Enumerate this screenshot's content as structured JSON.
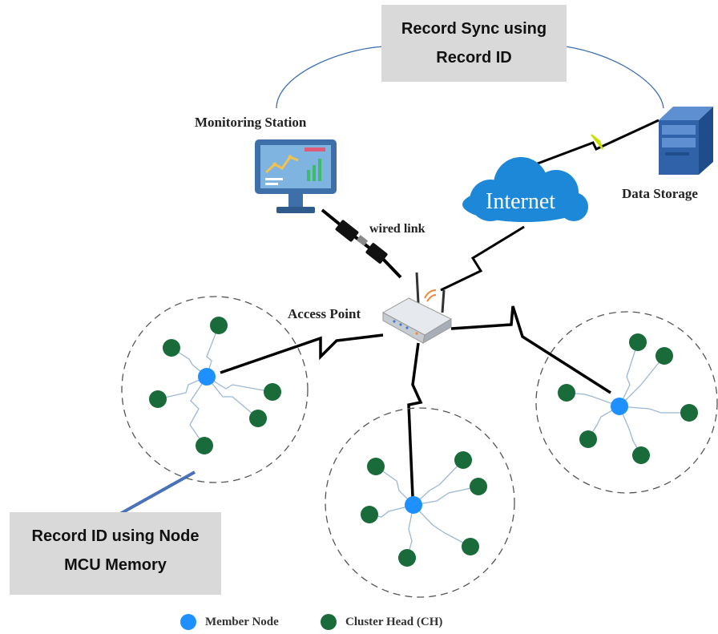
{
  "sync_box": {
    "line1": "Record Sync using",
    "line2": "Record ID"
  },
  "memory_box": {
    "line1": "Record ID using Node",
    "line2": "MCU Memory"
  },
  "labels": {
    "monitoring_station": "Monitoring Station",
    "data_storage": "Data Storage",
    "internet": "Internet",
    "wired_link": "wired link",
    "access_point": "Access Point"
  },
  "legend": {
    "member_node": "Member Node",
    "cluster_head": "Cluster Head (CH)"
  },
  "colors": {
    "member_node": "#1e90ff",
    "cluster_head": "#1a6b3a",
    "cloud": "#1e88d8",
    "box_fill": "#d9d9d9",
    "monitor": "#3f6fa8",
    "storage": "#2f62a8",
    "wireless_link": "#000000",
    "lightning": "#c8e000"
  }
}
